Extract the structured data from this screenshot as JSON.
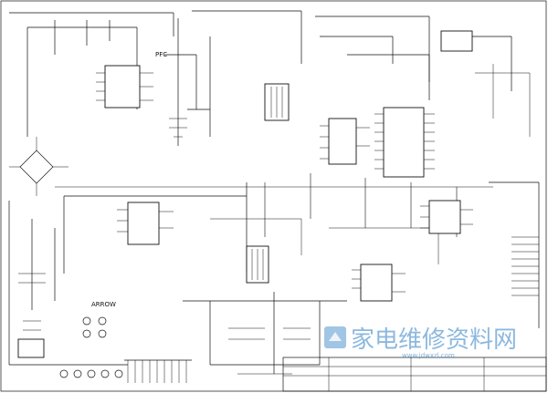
{
  "labels": {
    "pfc": "PFC",
    "arrow": "ARROW"
  },
  "watermark": {
    "text": "家电维修资料网",
    "url": "www.jdwxzl.com",
    "color": "#2f7fc4"
  },
  "icons": [
    "transformer-icon",
    "bridge-rectifier-icon",
    "test-point-icon",
    "watermark-logo-icon"
  ]
}
